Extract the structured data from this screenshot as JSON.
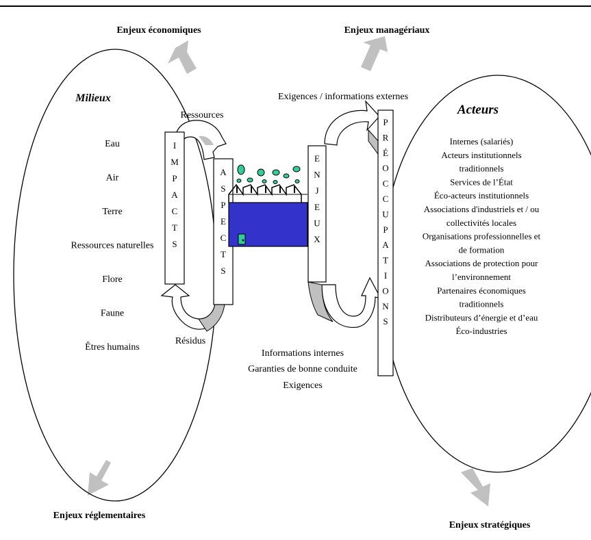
{
  "corners": {
    "top_left": "Enjeux économiques",
    "top_right": "Enjeux managériaux",
    "bottom_left": "Enjeux réglementaires",
    "bottom_right": "Enjeux stratégiques"
  },
  "milieux": {
    "title": "Milieux",
    "items": [
      "Eau",
      "Air",
      "Terre",
      "Ressources naturelles",
      "Flore",
      "Faune",
      "Êtres humains"
    ]
  },
  "acteurs": {
    "title": "Acteurs",
    "lines": [
      "Internes (salariés)",
      "Acteurs institutionnels",
      "traditionnels",
      "Services de l’État",
      "Éco-acteurs institutionnels",
      "Associations d'industriels et / ou",
      "collectivités locales",
      "Organisations professionnelles et",
      "de formation",
      "Associations de protection pour",
      "l’environnement",
      "Partenaires économiques",
      "traditionnels",
      "Distributeurs d’énergie et d’eau",
      "Éco-industries"
    ]
  },
  "labels": {
    "ressources": "Ressources",
    "residus": "Résidus",
    "exigences_externes": "Exigences / informations externes",
    "informations_internes": "Informations internes",
    "garanties": "Garanties de bonne conduite",
    "exigences": "Exigences"
  },
  "vertical_boxes": {
    "impacts": [
      "I",
      "M",
      "P",
      "A",
      "C",
      "T",
      "S"
    ],
    "aspects": [
      "A",
      "S",
      "P",
      "E",
      "C",
      "T",
      "S"
    ],
    "enjeux": [
      "E",
      "N",
      "J",
      "E",
      "U",
      "X"
    ],
    "preoccupations": [
      "P",
      "R",
      "É",
      "O",
      "C",
      "C",
      "U",
      "P",
      "A",
      "T",
      "I",
      "O",
      "N",
      "S"
    ]
  },
  "colors": {
    "arrow_gray": "#c0c0c0",
    "factory_blue": "#3333cc",
    "bubble_teal": "#33cc99"
  }
}
